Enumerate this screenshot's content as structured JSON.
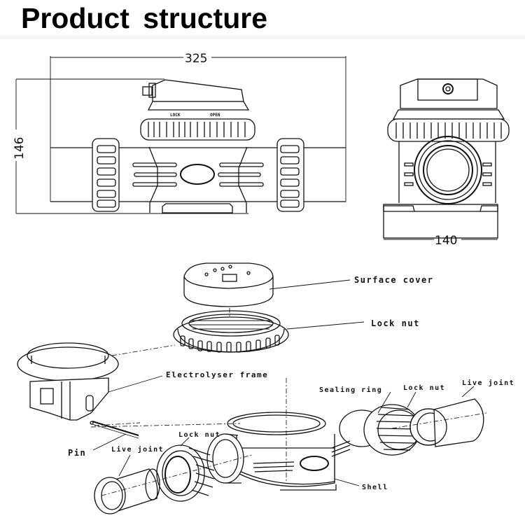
{
  "title": "Product structure",
  "front_view": {
    "width_dimension": "325",
    "height_dimension": "146",
    "engraved_labels": [
      "LOCK",
      "OPEN"
    ]
  },
  "side_view": {
    "width_dimension": "140"
  },
  "exploded_view": {
    "parts": [
      {
        "id": "surface-cover",
        "label": "Surface cover"
      },
      {
        "id": "lock-nut-top",
        "label": "Lock nut"
      },
      {
        "id": "electrolyser-frame",
        "label": "Electrolyser frame"
      },
      {
        "id": "sealing-ring",
        "label": "Sealing ring"
      },
      {
        "id": "lock-nut-right",
        "label": "Lock nut"
      },
      {
        "id": "live-joint-right",
        "label": "Live joint"
      },
      {
        "id": "pin",
        "label": "Pin"
      },
      {
        "id": "lock-nut-left",
        "label": "Lock nut"
      },
      {
        "id": "live-joint-left",
        "label": "Live joint"
      },
      {
        "id": "shell",
        "label": "Shell"
      }
    ]
  }
}
